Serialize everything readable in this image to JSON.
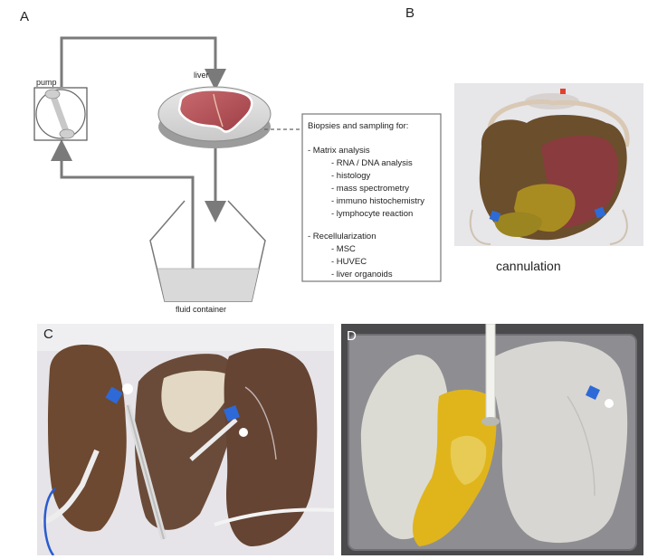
{
  "panels": {
    "a": "A",
    "b": "B",
    "c": "C",
    "d": "D"
  },
  "diagram": {
    "pump_label": "pump",
    "liver_label": "liver",
    "container_label": "fluid container",
    "biopsy_box": {
      "heading": "Biopsies and sampling for:",
      "matrix_heading": "-  Matrix analysis",
      "matrix_items": [
        "-  RNA / DNA analysis",
        "-  histology",
        "-  mass spectrometry",
        "-  immuno histochemistry",
        "-  lymphocyte reaction"
      ],
      "recell_heading": "-  Recellularization",
      "recell_items": [
        "-  MSC",
        "-  HUVEC",
        "-  liver organoids"
      ]
    },
    "colors": {
      "arrow": "#7a7a7a",
      "liver": "#b5535a",
      "fluid": "#d8d8d8"
    }
  },
  "panel_b": {
    "caption": "cannulation"
  }
}
